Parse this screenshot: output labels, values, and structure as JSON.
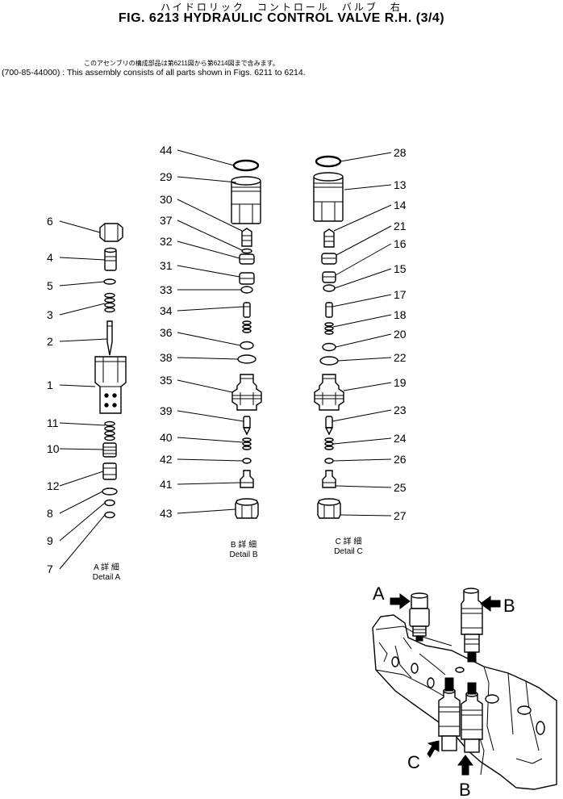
{
  "header": {
    "jp_title": "ハイドロリック　コントロール　バルブ　右",
    "title": "FIG. 6213  HYDRAULIC CONTROL VALVE R.H. (3/4)",
    "jp_note": "このアセンブリの構成部品は第6211図から第6214図まで含みます。",
    "note": "(700-85-44000) : This assembly consists of all parts shown in Figs. 6211 to 6214."
  },
  "details": {
    "a": {
      "jp": "A 詳 細",
      "en": "Detail  A"
    },
    "b": {
      "jp": "B 詳 細",
      "en": "Detail  B"
    },
    "c": {
      "jp": "C 詳 細",
      "en": "Detail  C"
    }
  },
  "callouts": {
    "a": [
      "6",
      "4",
      "5",
      "3",
      "2",
      "1",
      "11",
      "10",
      "12",
      "8",
      "9",
      "7"
    ],
    "b": [
      "44",
      "29",
      "30",
      "37",
      "32",
      "31",
      "33",
      "34",
      "36",
      "38",
      "35",
      "39",
      "40",
      "42",
      "41",
      "43"
    ],
    "c": [
      "28",
      "13",
      "14",
      "21",
      "16",
      "15",
      "17",
      "18",
      "20",
      "22",
      "19",
      "23",
      "24",
      "26",
      "25",
      "27"
    ]
  },
  "view_labels": {
    "a": "A",
    "b_top": "B",
    "c": "C",
    "b_bottom": "B"
  }
}
